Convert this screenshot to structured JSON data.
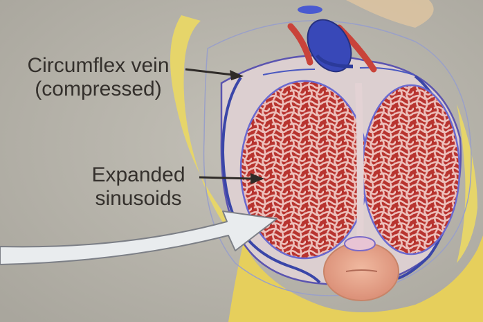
{
  "labels": {
    "circumflex_vein": {
      "line1": "Circumflex vein",
      "line2": "(compressed)"
    },
    "expanded_sinusoids": {
      "line1": "Expanded",
      "line2": "sinusoids"
    }
  },
  "colors": {
    "background": "#b3b0a7",
    "connective_tissue": "#e9d76a",
    "tunica_albuginea": "#d9cdd0",
    "vein": "#3a46a8",
    "artery": "#c9433a",
    "sinusoid_tissue": "#b0322e",
    "sinusoid_walls": "#e8b8b4",
    "urethra": "#e7a48a",
    "arrow": "#e9ecee",
    "label_text": "#34302c"
  }
}
